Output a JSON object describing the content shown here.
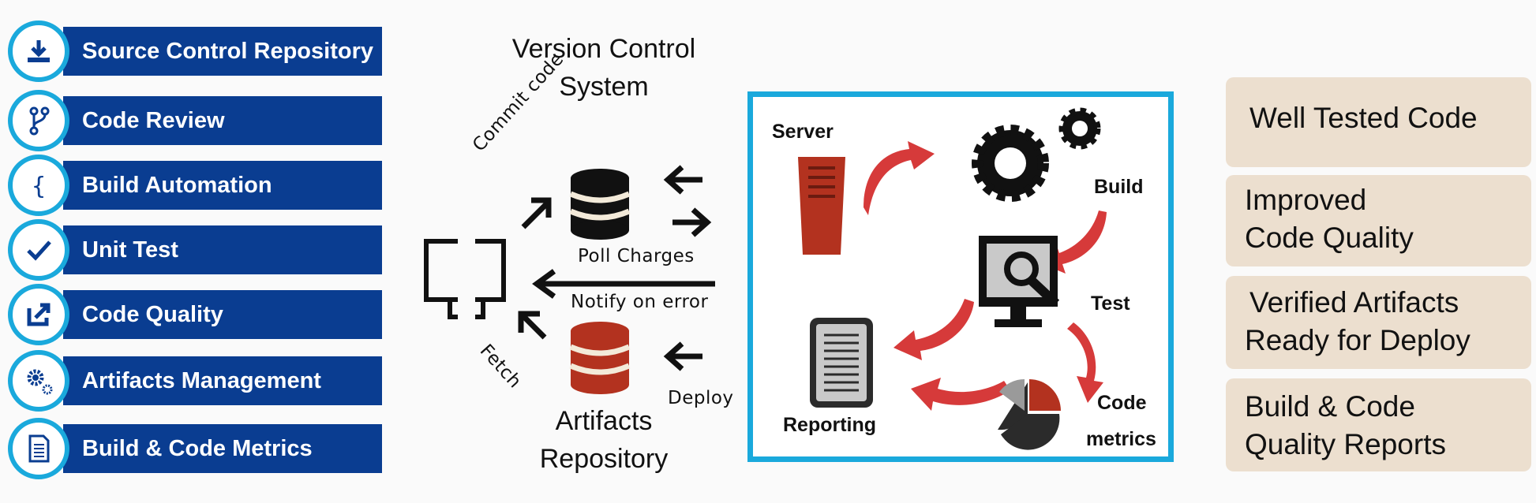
{
  "tools": [
    {
      "label": "Source Control Repository",
      "icon": "download-icon"
    },
    {
      "label": "Code Review",
      "icon": "branch-icon"
    },
    {
      "label": "Build Automation",
      "icon": "brace-icon"
    },
    {
      "label": "Unit Test",
      "icon": "checkmark-icon"
    },
    {
      "label": "Code Quality",
      "icon": "share-icon"
    },
    {
      "label": "Artifacts Management",
      "icon": "gears-icon"
    },
    {
      "label": "Build & Code Metrics",
      "icon": "document-icon"
    }
  ],
  "diagram": {
    "vcs_title_line1": "Version Control",
    "vcs_title_line2": "System",
    "artifacts_title_line1": "Artifacts",
    "artifacts_title_line2": "Repository",
    "commit_code": "Commit code",
    "poll_changes": "Poll Charges",
    "notify_on_error": "Notify on error",
    "fetch": "Fetch",
    "deploy": "Deploy"
  },
  "pipeline": {
    "server": "Server",
    "build": "Build",
    "test": "Test",
    "reporting": "Reporting",
    "code_metrics_line1": "Code",
    "code_metrics_line2": "metrics"
  },
  "outcomes": [
    {
      "line1": "Well Tested Code",
      "line2": ""
    },
    {
      "line1": "Improved",
      "line2": "Code Quality"
    },
    {
      "line1": "Verified Artifacts",
      "line2": "Ready for Deploy"
    },
    {
      "line1": "Build & Code",
      "line2": "Quality Reports"
    }
  ],
  "colors": {
    "bar_blue": "#0a3d91",
    "ring_cyan": "#1aa9dc",
    "server_red": "#b3321f",
    "outcome_beige": "#ecdfcf"
  }
}
